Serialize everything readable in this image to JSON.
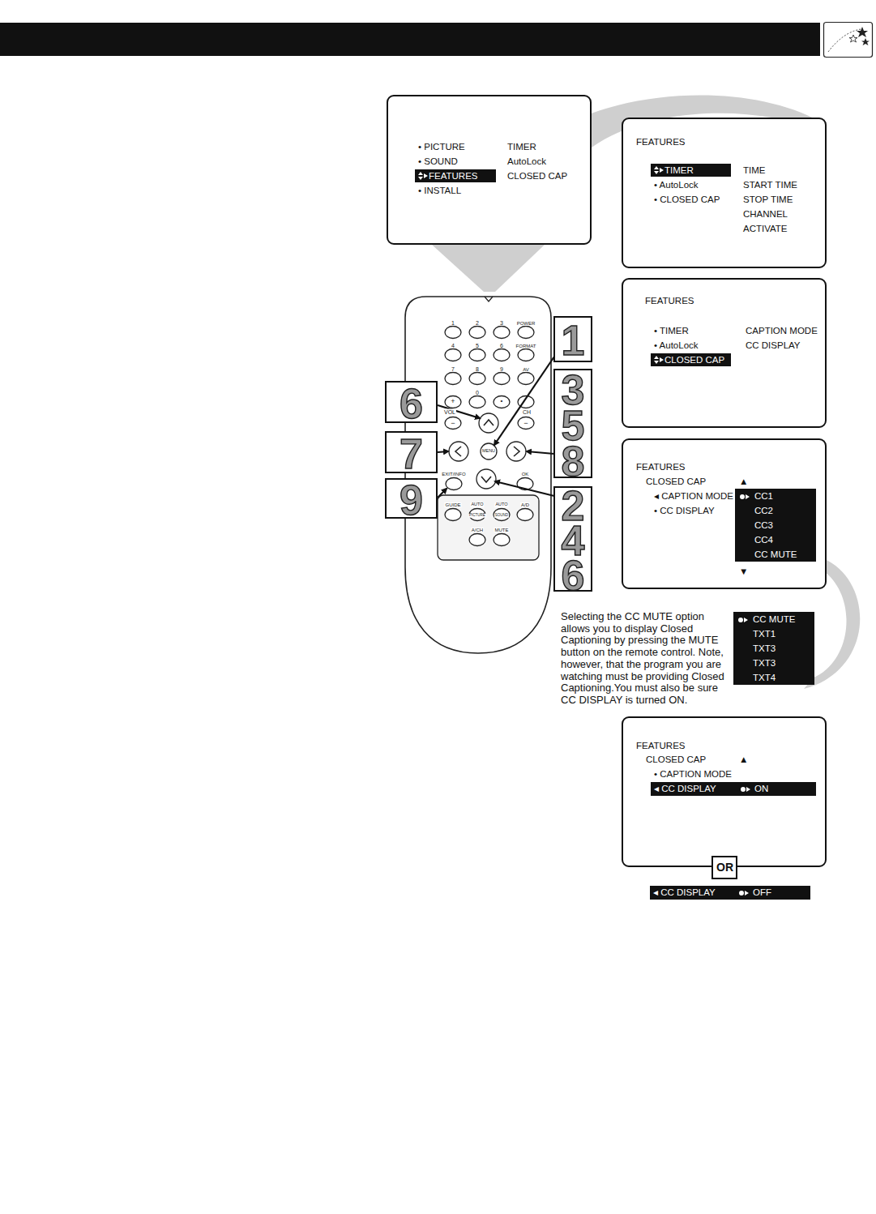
{
  "diagram": {
    "nodes": [
      {
        "text": [
          "• PICTURE",
          "• SOUND",
          "• INSTALL",
          "TIMER",
          "AutoLock",
          "CLOSED CAP"
        ]
      },
      {
        "text": [
          "FEATURES"
        ],
        "in": 0
      },
      {
        "text": [
          "FEATURES",
          "• AutoLock",
          "• CLOSED CAP",
          "TIME",
          "START TIME",
          "STOP TIME",
          "CHANNEL",
          "ACTIVATE"
        ]
      },
      {
        "text": [
          "TIMER"
        ],
        "in": 2
      },
      {
        "text": [
          "FEATURES",
          "• TIMER",
          "• AutoLock",
          "CAPTION MODE",
          "CC DISPLAY"
        ]
      },
      {
        "text": [
          "CLOSED CAP"
        ],
        "in": 4
      },
      {
        "text": [
          "FEATURES",
          "CLOSED CAP",
          "◂ CAPTION MODE",
          "• CC DISPLAY",
          "▲",
          "▼"
        ]
      },
      {
        "text": [
          "CC1",
          "CC2",
          "CC3",
          "CC4",
          "CC MUTE"
        ],
        "in": 6
      },
      {
        "text": [
          "CC MUTE",
          "TXT1",
          "TXT3",
          "TXT3",
          "TXT4"
        ]
      },
      {
        "text": [
          "FEATURES",
          "CLOSED CAP",
          "▲",
          "• CAPTION MODE"
        ]
      },
      {
        "text": [
          "◂ CC DISPLAY",
          "ON"
        ],
        "in": 9
      },
      {
        "text": [
          "OR"
        ]
      },
      {
        "text": [
          "◂ CC DISPLAY",
          "OFF"
        ]
      },
      {
        "text": [
          "1"
        ]
      },
      {
        "text": [
          "3",
          "5",
          "8"
        ]
      },
      {
        "text": [
          "6"
        ]
      },
      {
        "text": [
          "7"
        ]
      },
      {
        "text": [
          "9"
        ]
      },
      {
        "text": [
          "2",
          "4",
          "6"
        ]
      }
    ],
    "labels": [
      "1",
      "2",
      "3",
      "POWER",
      "4",
      "5",
      "6",
      "FORMAT",
      "7",
      "8",
      "9",
      "AV",
      "0",
      "+",
      "•",
      "VOL",
      "−",
      "CH",
      "−",
      "MENU",
      "EXIT/INFO",
      "OK",
      "GUIDE",
      "AUTO",
      "PICTURE",
      "AUTO",
      "SOUND",
      "A/D",
      "A/CH",
      "MUTE",
      "Selecting the CC MUTE option allows you to display Closed Captioning by pressing the MUTE button on the remote control. Note, however, that the program you are watching must be providing Closed Captioning.You must also be sure CC DISPLAY is turned ON."
    ]
  }
}
